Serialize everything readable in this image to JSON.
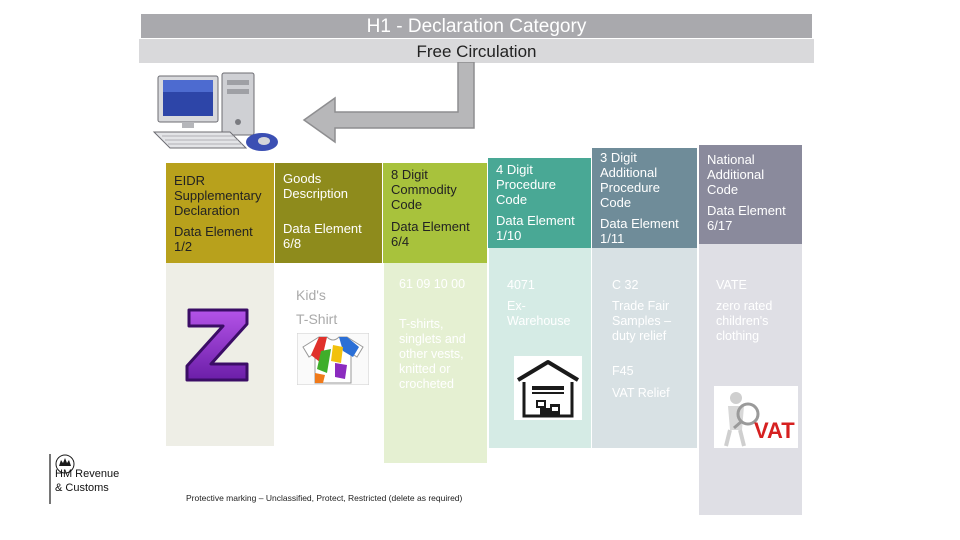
{
  "title": "H1 - Declaration Category",
  "subtitle": "Free Circulation",
  "columns": [
    {
      "id": "eidr",
      "header_lines": [
        "EIDR",
        "Supplementary",
        "Declaration"
      ],
      "element": [
        "Data Element",
        "1/2"
      ],
      "values": [],
      "colors": {
        "header": "#b8a11c",
        "body": "#eeeee6"
      }
    },
    {
      "id": "goods",
      "header_lines": [
        "Goods",
        "Description"
      ],
      "element": [
        "Data Element",
        "6/8"
      ],
      "values": [
        "Kid's",
        "T-Shirt"
      ],
      "colors": {
        "header": "#8e8b1c",
        "body": "#ffffff"
      }
    },
    {
      "id": "commodity",
      "header_lines": [
        "8 Digit",
        "Commodity",
        "Code"
      ],
      "element": [
        "Data Element",
        "6/4"
      ],
      "values": [
        "61 09 10 00",
        "T-shirts,",
        "singlets and",
        "other vests,",
        "knitted or",
        "crocheted"
      ],
      "colors": {
        "header": "#a8c23c",
        "body": "#e5f0d2"
      }
    },
    {
      "id": "procedure",
      "header_lines": [
        "4 Digit",
        "Procedure",
        "Code"
      ],
      "element": [
        "Data Element",
        "1/10"
      ],
      "values": [
        "4071",
        "Ex-",
        "Warehouse"
      ],
      "colors": {
        "header": "#49a895",
        "body": "#d5ebe5"
      }
    },
    {
      "id": "additional",
      "header_lines": [
        "3 Digit",
        "Additional",
        "Procedure",
        "Code"
      ],
      "element": [
        "Data Element",
        "1/11"
      ],
      "values": [
        "C 32",
        "Trade Fair",
        "Samples –",
        "duty relief",
        "F45",
        "VAT Relief"
      ],
      "colors": {
        "header": "#6f8c99",
        "body": "#d8e1e4"
      }
    },
    {
      "id": "national",
      "header_lines": [
        "National",
        "Additional",
        "Code"
      ],
      "element": [
        "Data Element",
        "6/17"
      ],
      "values": [
        "VATE",
        "zero rated",
        "children's",
        "clothing"
      ],
      "colors": {
        "header": "#8a8a9c",
        "body": "#dfdfe5"
      }
    }
  ],
  "footer_note": "Protective marking – Unclassified, Protect, Restricted (delete as required)",
  "logo": {
    "line1": "HM Revenue",
    "line2": "& Customs"
  },
  "vat_image_text": "VAT",
  "icons": [
    "computer-icon",
    "arrow-icon",
    "z-logo-icon",
    "tshirt-icon",
    "warehouse-icon",
    "vat-magnifier-icon",
    "crown-icon"
  ]
}
